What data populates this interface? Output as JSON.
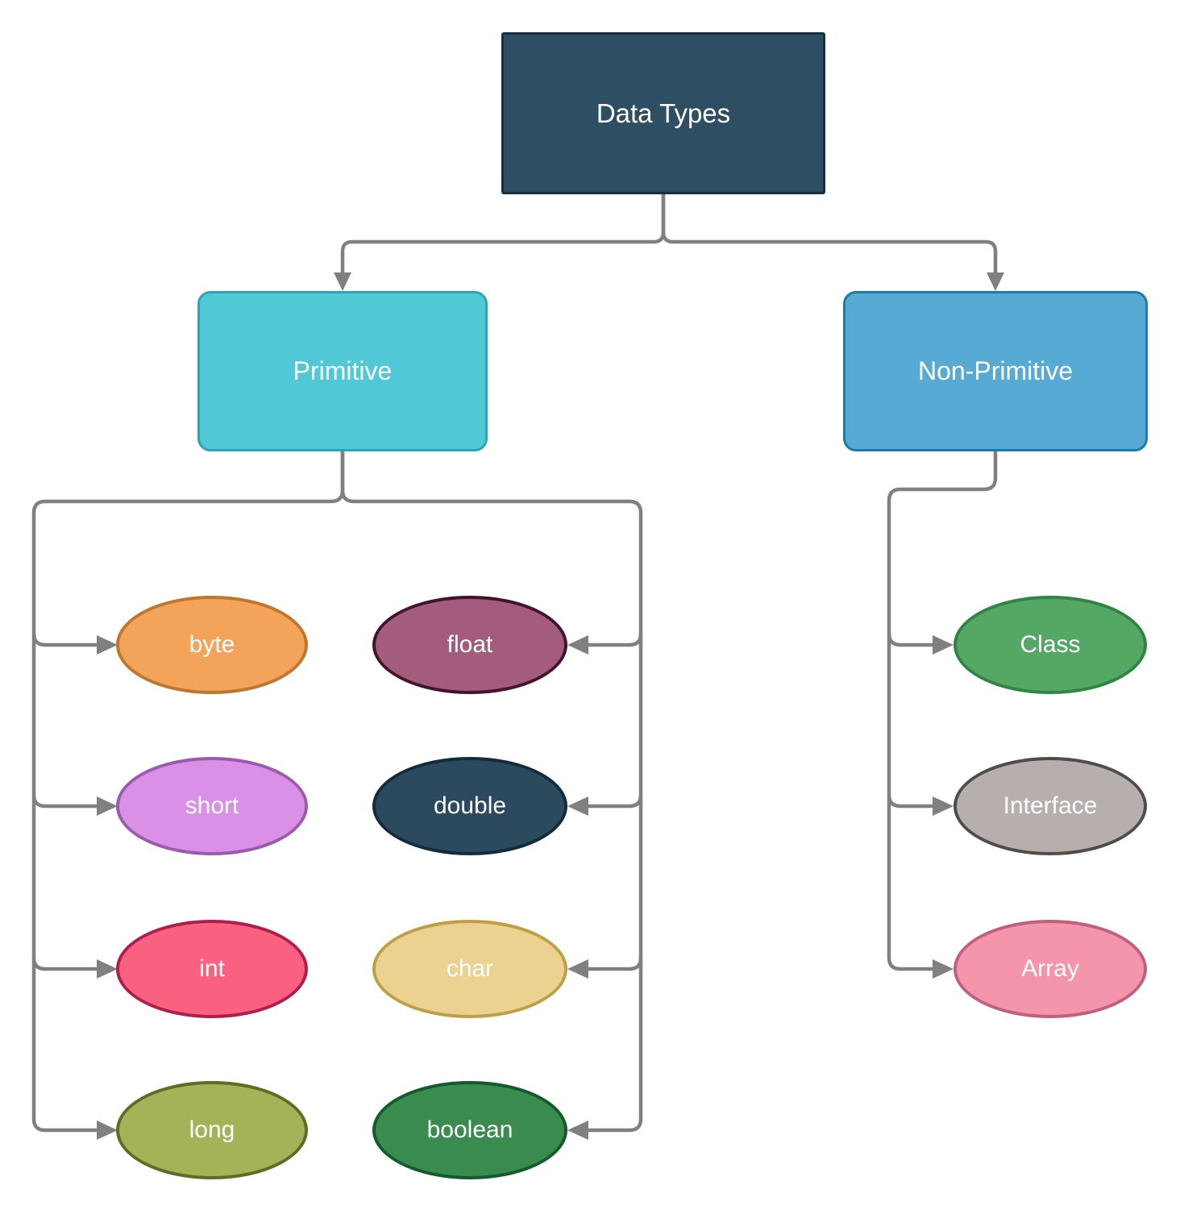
{
  "diagram": {
    "title": "Data Types",
    "connector_color": "#808080",
    "background_color": "#ffffff",
    "nodes": [
      {
        "id": "data-types",
        "label": "Data Types",
        "shape": "rectangle",
        "fill": "#2E4E63",
        "border": "#15313F",
        "text_color": "#FFFFFF"
      },
      {
        "id": "primitive",
        "label": "Primitive",
        "shape": "rounded-rectangle",
        "fill": "#50C8D5",
        "border": "#2CA6B5",
        "text_color": "#FFFFFF"
      },
      {
        "id": "non-primitive",
        "label": "Non-Primitive",
        "shape": "rounded-rectangle",
        "fill": "#57AAD3",
        "border": "#1B7BAB",
        "text_color": "#FFFFFF"
      },
      {
        "id": "byte",
        "label": "byte",
        "shape": "ellipse",
        "fill": "#F3A45A",
        "border": "#BF762D",
        "text_color": "#FFFFFF"
      },
      {
        "id": "float",
        "label": "float",
        "shape": "ellipse",
        "fill": "#A35C7C",
        "border": "#43132F",
        "text_color": "#FFFFFF"
      },
      {
        "id": "short",
        "label": "short",
        "shape": "ellipse",
        "fill": "#D990E6",
        "border": "#9B5BAD",
        "text_color": "#FFFFFF"
      },
      {
        "id": "double",
        "label": "double",
        "shape": "ellipse",
        "fill": "#2C4A5E",
        "border": "#122C3C",
        "text_color": "#FFFFFF"
      },
      {
        "id": "int",
        "label": "int",
        "shape": "ellipse",
        "fill": "#FA6181",
        "border": "#B11E4B",
        "text_color": "#FFFFFF"
      },
      {
        "id": "char",
        "label": "char",
        "shape": "ellipse",
        "fill": "#ECD191",
        "border": "#BDA045",
        "text_color": "#FFFFFF"
      },
      {
        "id": "long",
        "label": "long",
        "shape": "ellipse",
        "fill": "#A4B357",
        "border": "#5D6D24",
        "text_color": "#FFFFFF"
      },
      {
        "id": "boolean",
        "label": "boolean",
        "shape": "ellipse",
        "fill": "#3A8B50",
        "border": "#145A2C",
        "text_color": "#FFFFFF"
      },
      {
        "id": "class",
        "label": "Class",
        "shape": "ellipse",
        "fill": "#55A764",
        "border": "#2F8643",
        "text_color": "#FFFFFF"
      },
      {
        "id": "interface",
        "label": "Interface",
        "shape": "ellipse",
        "fill": "#B7AEAE",
        "border": "#4F4C4B",
        "text_color": "#FFFFFF"
      },
      {
        "id": "array",
        "label": "Array",
        "shape": "ellipse",
        "fill": "#F495AC",
        "border": "#C15F80",
        "text_color": "#FFFFFF"
      }
    ],
    "edges": [
      {
        "from": "data-types",
        "to": "primitive"
      },
      {
        "from": "data-types",
        "to": "non-primitive"
      },
      {
        "from": "primitive",
        "to": "byte"
      },
      {
        "from": "primitive",
        "to": "short"
      },
      {
        "from": "primitive",
        "to": "int"
      },
      {
        "from": "primitive",
        "to": "long"
      },
      {
        "from": "primitive",
        "to": "float"
      },
      {
        "from": "primitive",
        "to": "double"
      },
      {
        "from": "primitive",
        "to": "char"
      },
      {
        "from": "primitive",
        "to": "boolean"
      },
      {
        "from": "non-primitive",
        "to": "class"
      },
      {
        "from": "non-primitive",
        "to": "interface"
      },
      {
        "from": "non-primitive",
        "to": "array"
      }
    ]
  }
}
